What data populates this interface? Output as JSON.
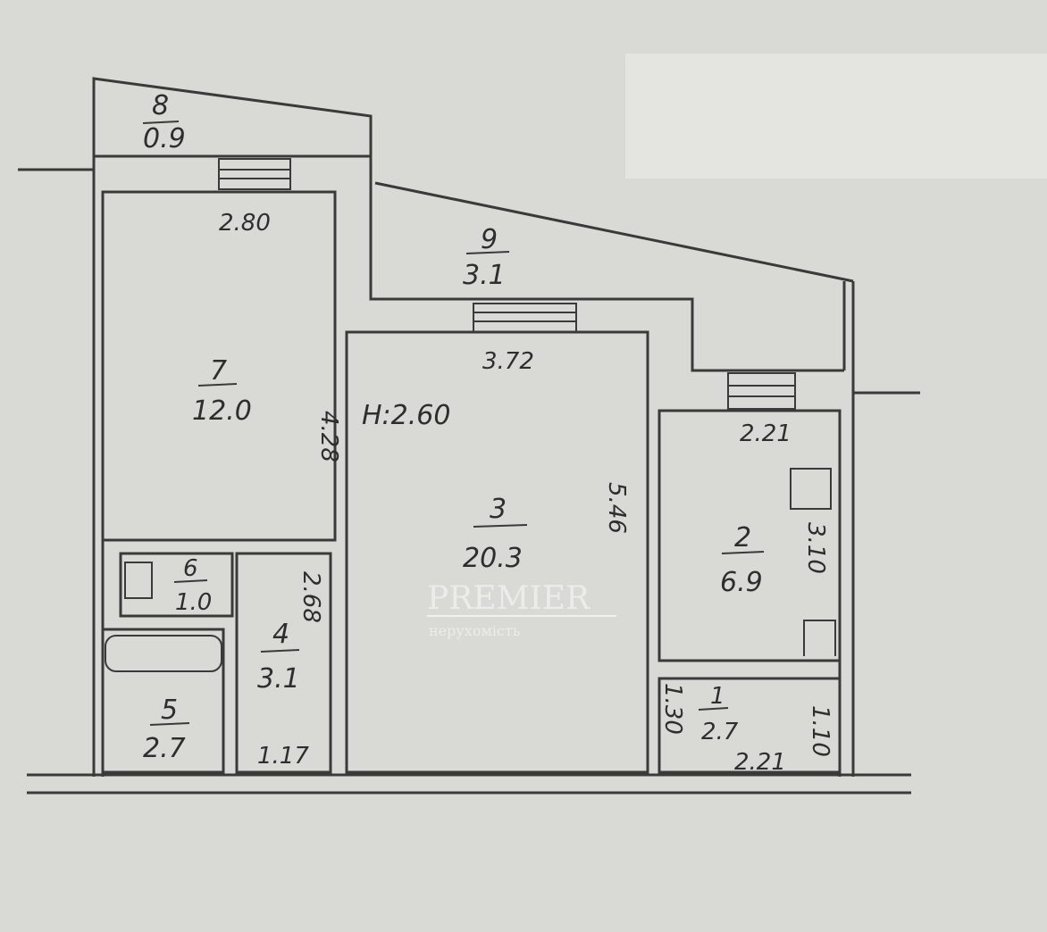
{
  "rooms": [
    {
      "number": "8",
      "area": "0.9"
    },
    {
      "number": "9",
      "area": "3.1"
    },
    {
      "number": "7",
      "area": "12.0"
    },
    {
      "number": "3",
      "area": "20.3"
    },
    {
      "number": "2",
      "area": "6.9"
    },
    {
      "number": "6",
      "area": "1.0"
    },
    {
      "number": "4",
      "area": "3.1"
    },
    {
      "number": "5",
      "area": "2.7"
    },
    {
      "number": "1",
      "area": "2.7"
    }
  ],
  "dimensions": {
    "room7_width": "2.80",
    "room7_length": "4.28",
    "room3_width": "3.72",
    "room3_length": "5.46",
    "ceiling_height": "H:2.60",
    "room2_width": "2.21",
    "room2_length": "3.10",
    "room4_length": "2.68",
    "room4_width": "1.17",
    "room1_length": "1.30",
    "room1_width": "2.21",
    "room1_side": "1.10"
  },
  "watermark": {
    "brand": "PREMIER",
    "subtitle": "нерухомість"
  }
}
